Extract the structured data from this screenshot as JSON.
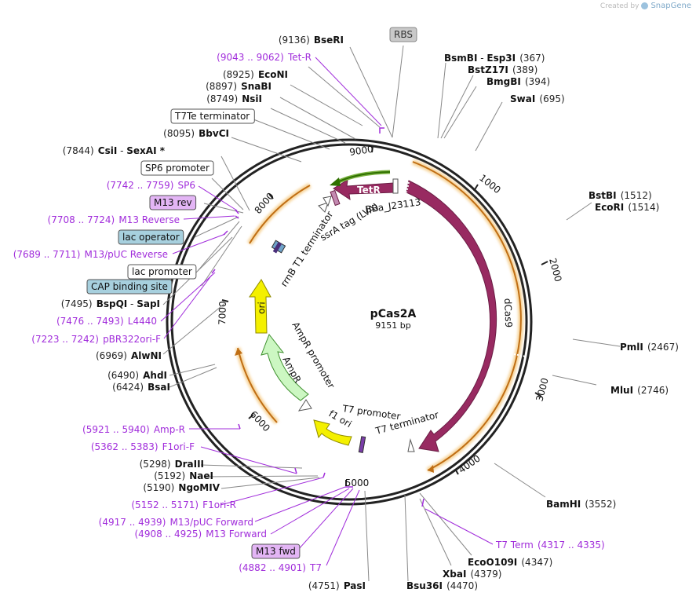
{
  "credit": {
    "text": "Created by",
    "brand": "SnapGene"
  },
  "map": {
    "name": "pCas2A",
    "size": "9151 bp"
  },
  "ticks": [
    {
      "label": "1000"
    },
    {
      "label": "2000"
    },
    {
      "label": "3000"
    },
    {
      "label": "4000"
    },
    {
      "label": "5000"
    },
    {
      "label": "6000"
    },
    {
      "label": "7000"
    },
    {
      "label": "8000"
    },
    {
      "label": "9000"
    }
  ],
  "features": {
    "dcas9": "dCas9",
    "tetr": "TetR",
    "bba": "BBa_J23113",
    "ssra": "ssrA tag (LVA)",
    "rrnb": "rrnB T1 terminator",
    "ori": "ori",
    "ampr": "AmpR",
    "ampr_promoter": "AmpR promoter",
    "f1ori": "f1 ori",
    "t7prom": "T7 promoter",
    "t7term": "T7 terminator"
  },
  "labels": [
    {
      "name": "site-bseri",
      "pos": "(9136)",
      "text": "BseRI"
    },
    {
      "name": "primer-tetr",
      "pos": "(9043 .. 9062)",
      "text": "Tet-R"
    },
    {
      "name": "site-econi",
      "pos": "(8925)",
      "text": "EcoNI"
    },
    {
      "name": "site-snabi",
      "pos": "(8897)",
      "text": "SnaBI"
    },
    {
      "name": "site-nsii",
      "pos": "(8749)",
      "text": "NsiI"
    },
    {
      "name": "feat-t7te",
      "text": "T7Te terminator"
    },
    {
      "name": "site-bbvci",
      "pos": "(8095)",
      "text": "BbvCI"
    },
    {
      "name": "site-csii",
      "pos": "(7844)",
      "text": "CsiI",
      "text2": "SexAI *"
    },
    {
      "name": "feat-sp6",
      "text": "SP6 promoter"
    },
    {
      "name": "primer-sp6",
      "pos": "(7742 .. 7759)",
      "text": "SP6"
    },
    {
      "name": "primer-m13rev-box",
      "text": "M13 rev"
    },
    {
      "name": "primer-m13reverse",
      "pos": "(7708 .. 7724)",
      "text": "M13 Reverse"
    },
    {
      "name": "feat-lacop",
      "text": "lac operator"
    },
    {
      "name": "primer-m13puc-rev",
      "pos": "(7689 .. 7711)",
      "text": "M13/pUC Reverse"
    },
    {
      "name": "feat-lacprom",
      "text": "lac promoter"
    },
    {
      "name": "feat-cap",
      "text": "CAP binding site"
    },
    {
      "name": "site-bspqi",
      "pos": "(7495)",
      "text": "BspQI",
      "text2": "SapI"
    },
    {
      "name": "primer-l4440",
      "pos": "(7476 .. 7493)",
      "text": "L4440"
    },
    {
      "name": "primer-pbr322",
      "pos": "(7223 .. 7242)",
      "text": "pBR322ori-F"
    },
    {
      "name": "site-alwni",
      "pos": "(6969)",
      "text": "AlwNI"
    },
    {
      "name": "site-ahdi",
      "pos": "(6490)",
      "text": "AhdI"
    },
    {
      "name": "site-bsai",
      "pos": "(6424)",
      "text": "BsaI"
    },
    {
      "name": "primer-ampr",
      "pos": "(5921 .. 5940)",
      "text": "Amp-R"
    },
    {
      "name": "primer-f1ori-f",
      "pos": "(5362 .. 5383)",
      "text": "F1ori-F"
    },
    {
      "name": "site-draiii",
      "pos": "(5298)",
      "text": "DraIII"
    },
    {
      "name": "site-naei",
      "pos": "(5192)",
      "text": "NaeI"
    },
    {
      "name": "site-ngomiv",
      "pos": "(5190)",
      "text": "NgoMIV"
    },
    {
      "name": "primer-f1ori-r",
      "pos": "(5152 .. 5171)",
      "text": "F1ori-R"
    },
    {
      "name": "primer-m13puc-fwd",
      "pos": "(4917 .. 4939)",
      "text": "M13/pUC Forward"
    },
    {
      "name": "primer-m13forward",
      "pos": "(4908 .. 4925)",
      "text": "M13 Forward"
    },
    {
      "name": "primer-m13fwd-box",
      "text": "M13 fwd"
    },
    {
      "name": "primer-t7",
      "pos": "(4882 .. 4901)",
      "text": "T7"
    },
    {
      "name": "site-pasi",
      "pos": "(4751)",
      "text": "PasI"
    },
    {
      "name": "site-bsu36i",
      "pos": "(4470)",
      "text": "Bsu36I"
    },
    {
      "name": "site-xbai",
      "text": "XbaI",
      "pos": "(4379)"
    },
    {
      "name": "site-eco0109i",
      "text": "EcoO109I",
      "pos": "(4347)"
    },
    {
      "name": "primer-t7term",
      "text": "T7 Term",
      "pos": "(4317 .. 4335)"
    },
    {
      "name": "site-bamhi",
      "text": "BamHI",
      "pos": "(3552)"
    },
    {
      "name": "site-mlui",
      "text": "MluI",
      "pos": "(2746)"
    },
    {
      "name": "site-pmli",
      "text": "PmlI",
      "pos": "(2467)"
    },
    {
      "name": "site-ecori",
      "text": "EcoRI",
      "pos": "(1514)"
    },
    {
      "name": "site-bstbi",
      "text": "BstBI",
      "pos": "(1512)"
    },
    {
      "name": "site-swai",
      "text": "SwaI",
      "pos": "(695)"
    },
    {
      "name": "site-bmgbi",
      "text": "BmgBI",
      "pos": "(394)"
    },
    {
      "name": "site-bstz17i",
      "text": "BstZ17I",
      "pos": "(389)"
    },
    {
      "name": "site-bsmbi",
      "text": "BsmBI",
      "text2": "Esp3I",
      "pos": "(367)"
    },
    {
      "name": "feat-rbs",
      "text": "RBS"
    }
  ]
}
